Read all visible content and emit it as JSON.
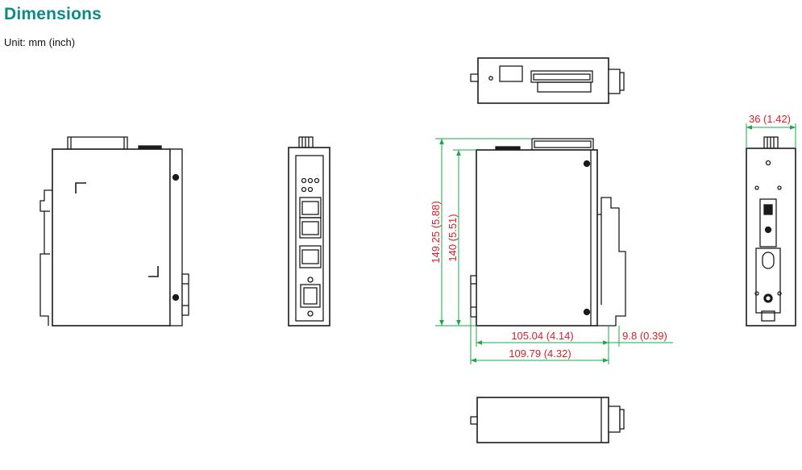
{
  "header": {
    "title": "Dimensions",
    "unit_label": "Unit: mm (inch)"
  },
  "dimensions": {
    "overall_height": "149.25 (5.88)",
    "body_height": "140 (5.51)",
    "body_width": "105.04 (4.14)",
    "overall_width": "109.79 (4.32)",
    "rail_depth": "9.8 (0.39)",
    "device_thickness": "36 (1.42)"
  },
  "colors": {
    "title": "#0d8a89",
    "dimension_text": "#d6202a",
    "dimension_line": "#19a84a",
    "outline": "#1a1a1a"
  }
}
